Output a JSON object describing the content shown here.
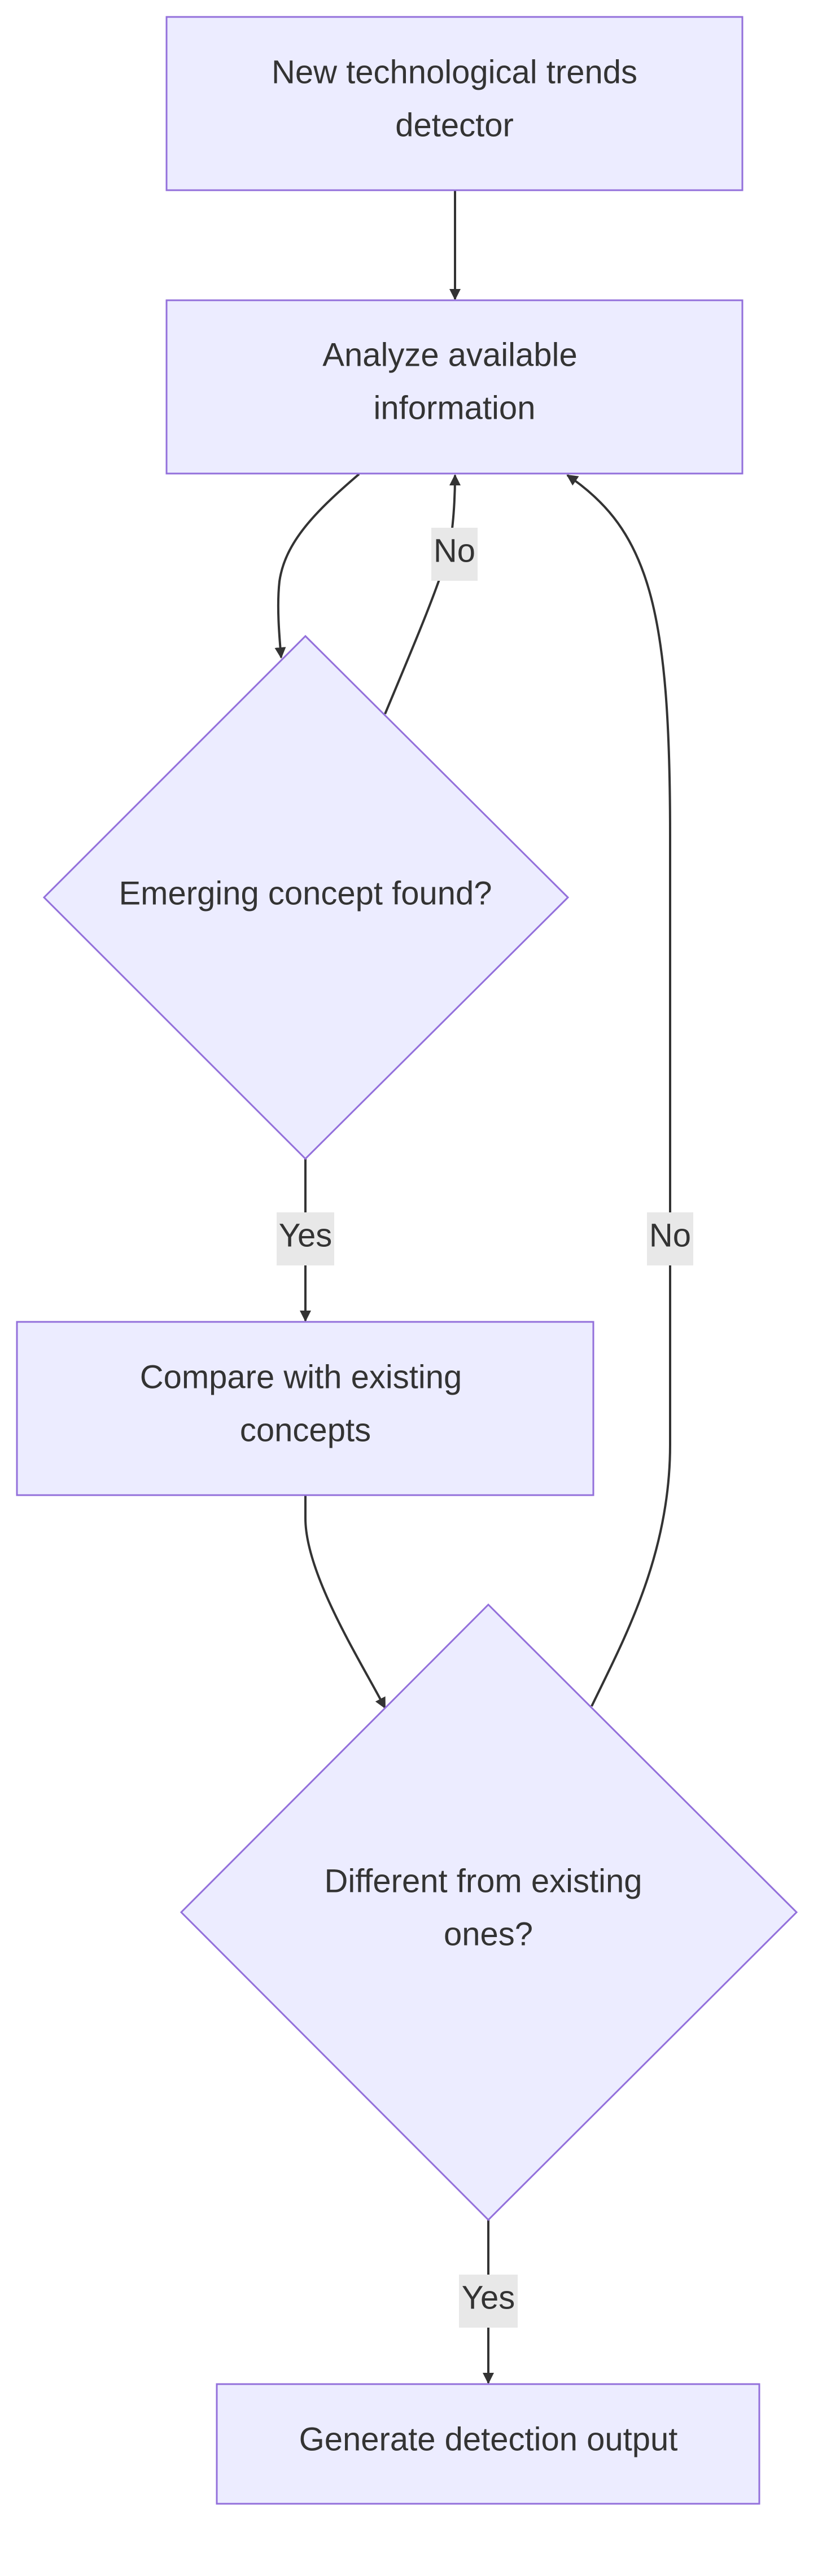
{
  "diagram": {
    "nodes": {
      "detector": {
        "lines": [
          "New technological trends",
          "detector"
        ]
      },
      "analyze": {
        "lines": [
          "Analyze available",
          "information"
        ]
      },
      "emerging": {
        "lines": [
          "Emerging concept found?"
        ]
      },
      "compare": {
        "lines": [
          "Compare with existing",
          "concepts"
        ]
      },
      "different": {
        "lines": [
          "Different from existing",
          "ones?"
        ]
      },
      "output": {
        "lines": [
          "Generate detection output"
        ]
      }
    },
    "edges": {
      "detector_to_analyze": {
        "label": ""
      },
      "analyze_to_emerging": {
        "label": ""
      },
      "emerging_to_analyze": {
        "label": "No"
      },
      "emerging_to_compare": {
        "label": "Yes"
      },
      "compare_to_different": {
        "label": ""
      },
      "different_to_analyze": {
        "label": "No"
      },
      "different_to_output": {
        "label": "Yes"
      }
    }
  }
}
